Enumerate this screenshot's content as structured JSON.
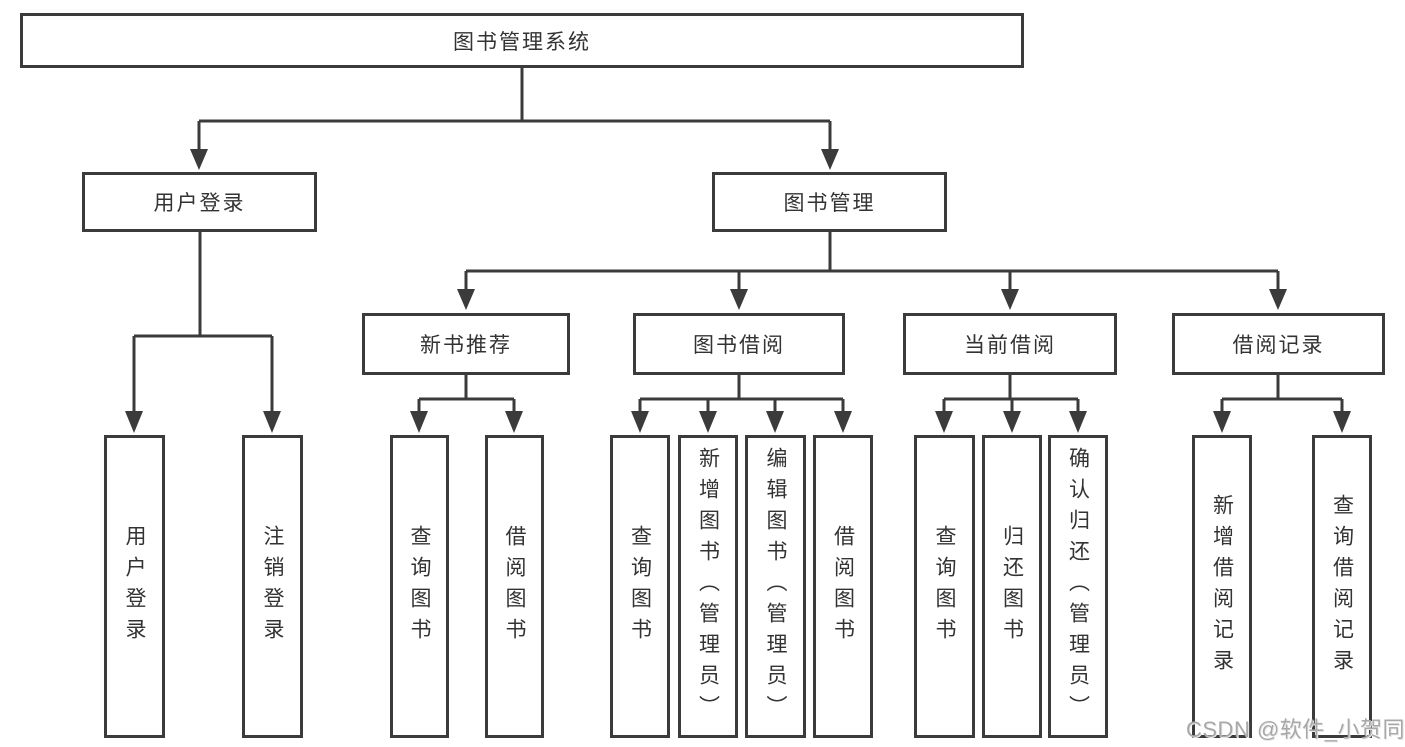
{
  "diagram": {
    "root": "图书管理系统",
    "branches": {
      "user_login": {
        "label": "用户登录",
        "children": [
          "用户登录",
          "注销登录"
        ]
      },
      "book_management": {
        "label": "图书管理",
        "sections": {
          "new_books": {
            "label": "新书推荐",
            "children": [
              "查询图书",
              "借阅图书"
            ]
          },
          "book_borrow": {
            "label": "图书借阅",
            "children": [
              "查询图书",
              "新增图书（管理员）",
              "编辑图书（管理员）",
              "借阅图书"
            ]
          },
          "current_borrow": {
            "label": "当前借阅",
            "children": [
              "查询图书",
              "归还图书",
              "确认归还（管理员）"
            ]
          },
          "borrow_records": {
            "label": "借阅记录",
            "children": [
              "新增借阅记录",
              "查询借阅记录"
            ]
          }
        }
      }
    }
  },
  "watermark": "CSDN @软件_小贺同学",
  "colors": {
    "line": "#3b3b3b",
    "text": "#333333",
    "watermark": "#a8a8a8",
    "background": "#ffffff"
  }
}
